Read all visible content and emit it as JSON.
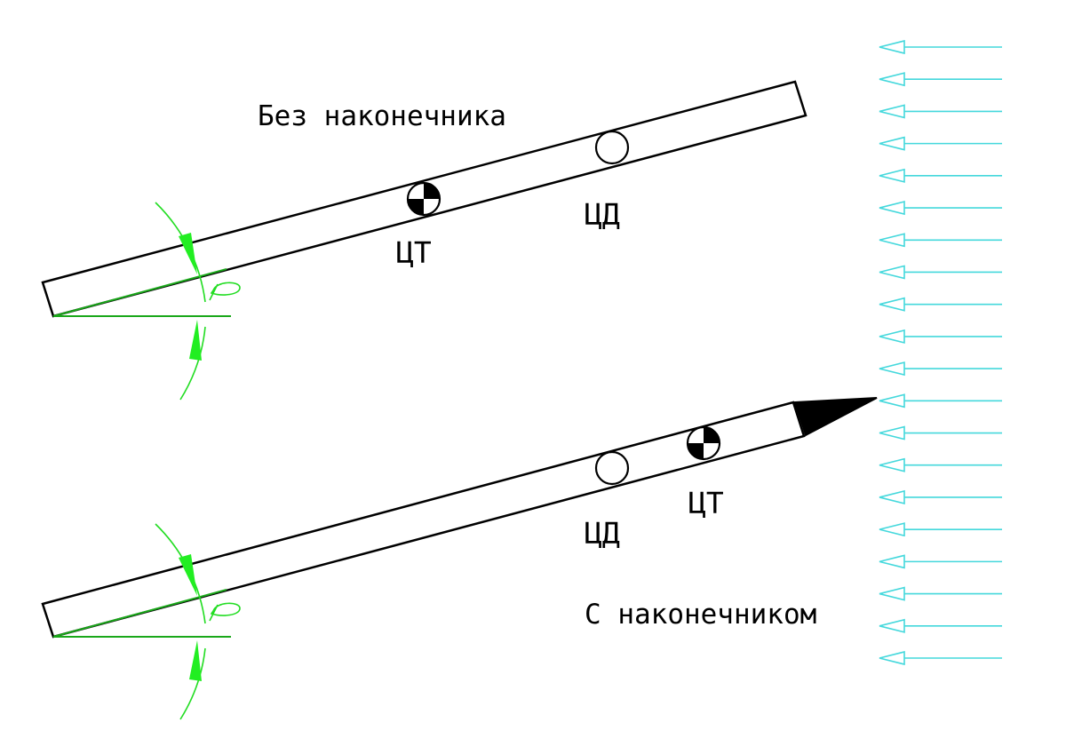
{
  "top_rod": {
    "label": "Без наконечника",
    "cg_label": "ЦТ",
    "cp_label": "ЦД"
  },
  "bottom_rod": {
    "label": "С наконечником",
    "cg_label": "ЦТ",
    "cp_label": "ЦД"
  },
  "airflow": {
    "arrow_count": 20,
    "color": "#44d8dc",
    "direction": "left"
  },
  "angle": {
    "color": "#22dd22"
  }
}
